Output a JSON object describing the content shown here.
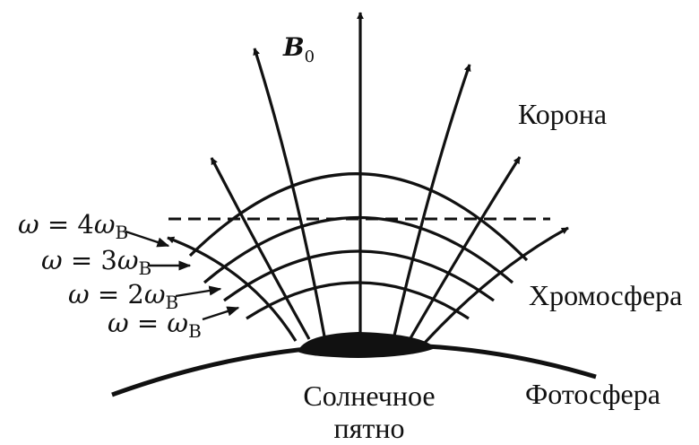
{
  "labels": {
    "field": "B",
    "field_sub": "0",
    "corona": "Корона",
    "chromosphere": "Хромосфера",
    "photosphere": "Фотосфера",
    "sunspot_line1": "Солнечное",
    "sunspot_line2": "пятно"
  },
  "levels": [
    {
      "omega": "ω",
      "eq": " = ",
      "coef": "4",
      "omega2": "ω",
      "sub": "B"
    },
    {
      "omega": "ω",
      "eq": " = ",
      "coef": "3",
      "omega2": "ω",
      "sub": "B"
    },
    {
      "omega": "ω",
      "eq": " = ",
      "coef": "2",
      "omega2": "ω",
      "sub": "B"
    },
    {
      "omega": "ω",
      "eq": " = ",
      "coef": "",
      "omega2": "ω",
      "sub": "B"
    }
  ],
  "colors": {
    "ink": "#111111",
    "background": "#ffffff"
  }
}
